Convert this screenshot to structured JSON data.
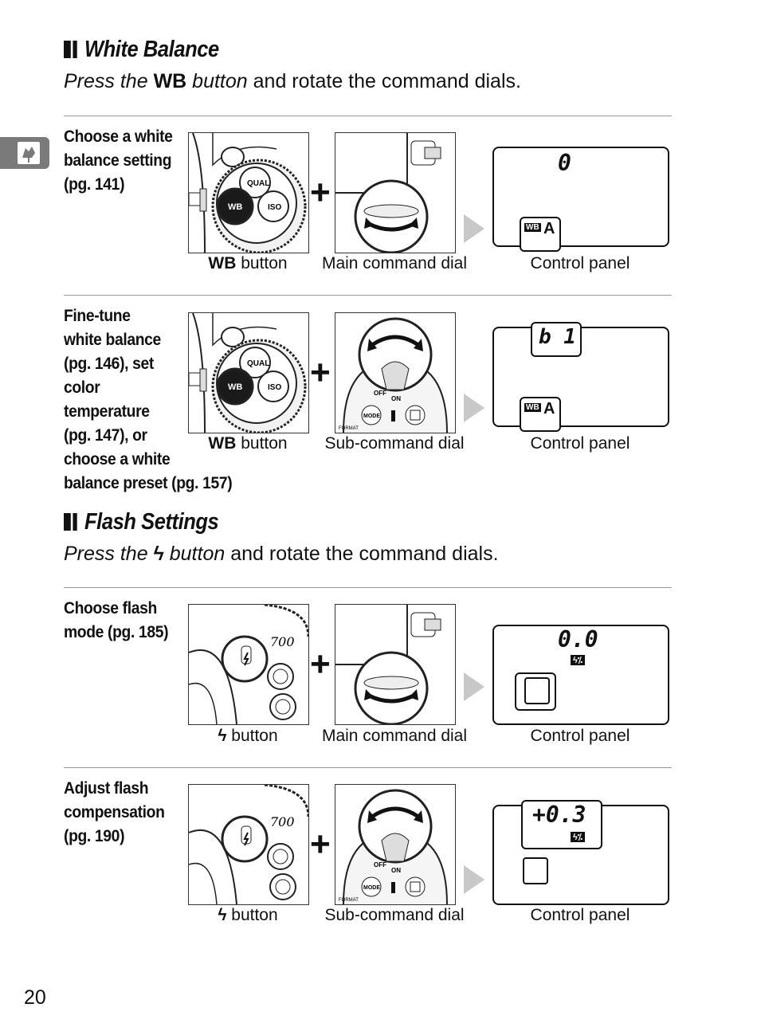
{
  "white_balance": {
    "heading": "White Balance",
    "sub_press": "Press the",
    "sub_button": "WB",
    "sub_button_word": "button",
    "sub_rest": "and rotate the command dials.",
    "row1": {
      "desc": [
        "Choose a white",
        "balance setting",
        "(pg. 141)"
      ],
      "button_caption_bold": "WB",
      "button_caption_rest": "button",
      "dial_caption": "Main command dial",
      "panel_caption": "Control panel",
      "panel_top_value": "0",
      "panel_mode": "A",
      "panel_badge": "WB"
    },
    "row2": {
      "desc": [
        "Fine-tune",
        "white balance",
        "(pg. 146), set",
        "color",
        "temperature",
        "(pg. 147), or",
        "choose a white",
        "balance preset (pg. 157)"
      ],
      "button_caption_bold": "WB",
      "button_caption_rest": "button",
      "dial_caption": "Sub-command dial",
      "panel_caption": "Control panel",
      "panel_top_value": "b 1",
      "panel_mode": "A",
      "panel_badge": "WB"
    }
  },
  "flash_settings": {
    "heading": "Flash Settings",
    "sub_press": "Press the",
    "sub_button": "ϟ",
    "sub_button_word": "button",
    "sub_rest": "and rotate the command dials.",
    "row1": {
      "desc": [
        "Choose flash",
        "mode (pg. 185)"
      ],
      "button_caption_symbol": "ϟ",
      "button_caption_rest": "button",
      "dial_caption": "Main command dial",
      "panel_caption": "Control panel",
      "panel_top_value": "0.0",
      "panel_badge": "ϟ⁒"
    },
    "row2": {
      "desc": [
        "Adjust flash",
        "compensation",
        "(pg. 190)"
      ],
      "button_caption_symbol": "ϟ",
      "button_caption_rest": "button",
      "dial_caption": "Sub-command dial",
      "panel_caption": "Control panel",
      "panel_top_value": "+0.3",
      "panel_badge": "ϟ⁒"
    }
  },
  "dial_labels": {
    "qual": "QUAL",
    "wb": "WB",
    "iso": "ISO",
    "off": "OFF",
    "on": "ON",
    "mode": "MODE",
    "format": "FORMAT",
    "camera_model": "700"
  },
  "page_number": "20",
  "side_tab_icon": "rooster-icon"
}
